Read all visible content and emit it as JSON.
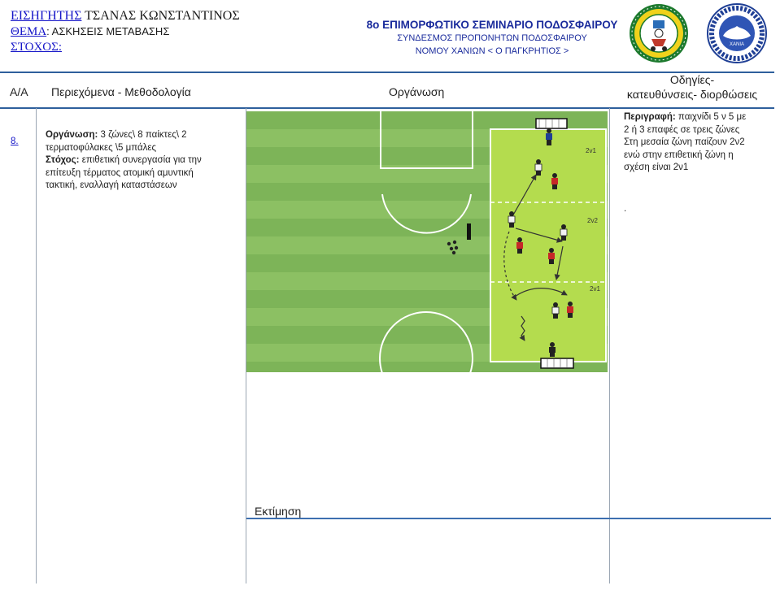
{
  "header": {
    "coach_label": "ΕΙΣΗΓΗΤΗΣ",
    "coach_name": "ΤΣΑΝΑΣ ΚΩΝΣΤΑΝΤΙΝΟΣ",
    "theme_label": "ΘΕΜΑ",
    "theme_text": ": ΑΣΚΗΣΕΙΣ ΜΕΤΑΒΑΣΗΣ",
    "goal_label": "ΣΤΟΧΟΣ:",
    "seminar_title": "8ο ΕΠΙΜΟΡΦΩΤΙΚΟ ΣΕΜΙΝΑΡΙΟ ΠΟΔΟΣΦΑΙΡΟΥ",
    "association": "ΣΥΝΔΕΣΜΟΣ ΠΡΟΠΟΝΗΤΩΝ ΠΟΔΟΣΦΑΙΡΟΥ",
    "prefecture": "ΝΟΜΟΥ ΧΑΝΙΩΝ < Ο ΠΑΓΚΡΗΤΙΟΣ >",
    "logo2_text": "ΧΑΝΙΑ"
  },
  "table": {
    "col_aa": "Α/Α",
    "col_content": "Περιεχόμενα - Μεθοδολογία",
    "col_org": "Οργάνωση",
    "col_guide_1": "Οδηγίες-",
    "col_guide_2": "κατευθύνσεις- διορθώσεις",
    "row_number": "8.",
    "org_label": "Οργάνωση:",
    "org_text_1": " 3 ζώνες\\  8 παίκτες\\ 2",
    "org_text_2": "τερματοφύλακες \\5 μπάλες",
    "goal_label": "Στόχος:",
    "goal_text_1": " επιθετική συνεργασία για την",
    "goal_text_2": "επίτευξη τέρματος ατομική αμυντική",
    "goal_text_3": "τακτική, εναλλαγή καταστάσεων",
    "desc_label": "Περιγραφή:",
    "desc_1": " παιχνίδι 5 ν 5 με",
    "desc_2": "2 ή  3 επαφές  σε τρεις ζώνες",
    "desc_3": "Στη μεσαία ζώνη παίζουν 2ν2",
    "desc_4": "ενώ στην επιθετική ζώνη η",
    "desc_5": "σχέση είναι 2ν1",
    "desc_dot": ".",
    "evaluation": "Εκτίμηση"
  },
  "diagram": {
    "zone_labels": [
      "2v1",
      "2v2",
      "2v1"
    ],
    "colors": {
      "pitch_light": "#8cc063",
      "pitch_dark": "#7db458",
      "zone": "#b4dc4e",
      "lines": "#ffffff"
    }
  }
}
